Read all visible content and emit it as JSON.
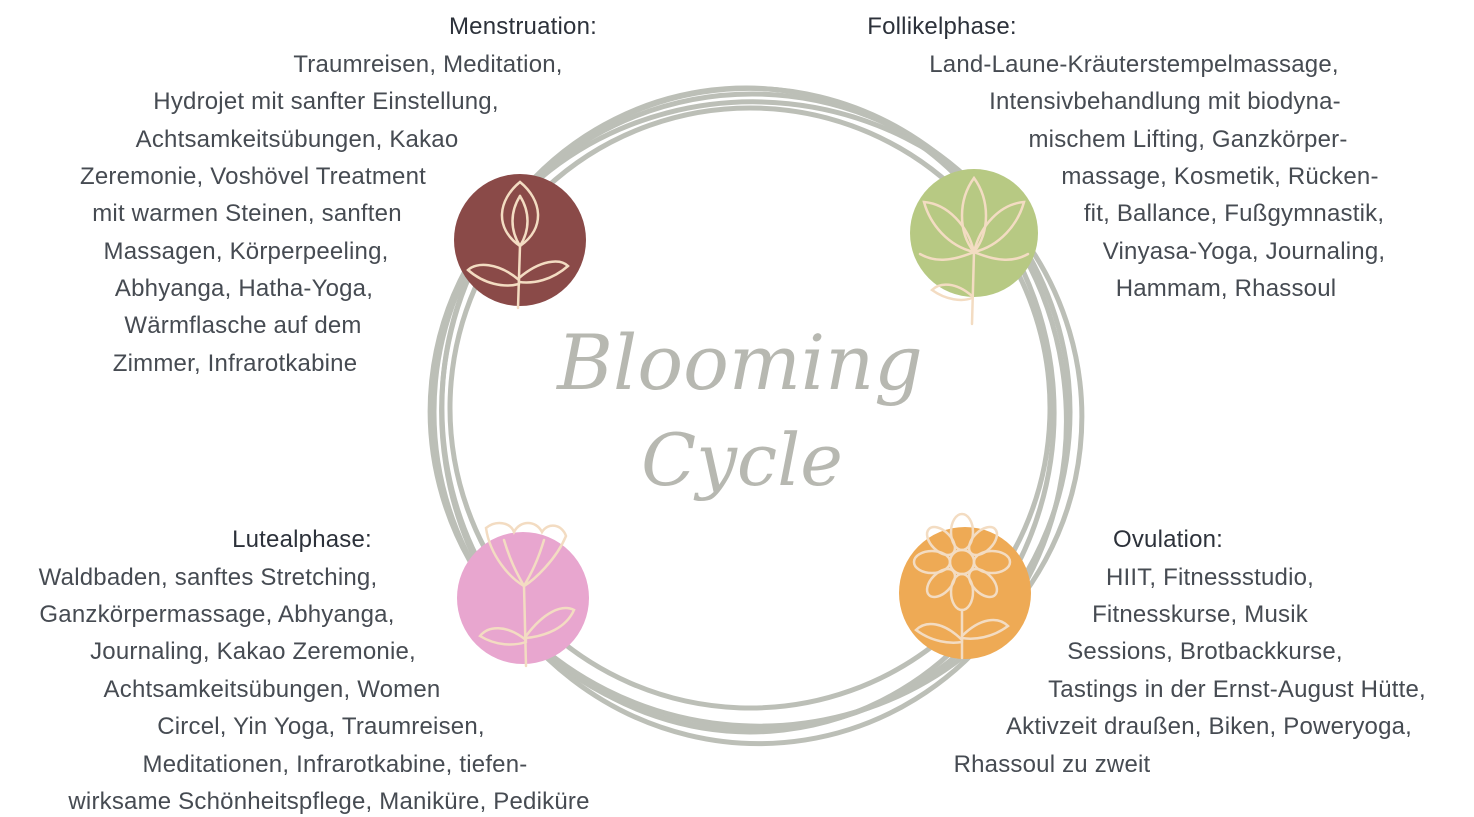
{
  "center": {
    "title_line1": "Blooming",
    "title_line2": "Cycle"
  },
  "colors": {
    "ring": "#bcbfb7",
    "menstruation": "#8a4a48",
    "follikel": "#b7c983",
    "ovulation": "#eeaa55",
    "luteal": "#e8a6cf",
    "flower_line": "#f3dcc2"
  },
  "icons": {
    "menstruation": "tulip-bud-icon",
    "follikel": "lotus-flower-icon",
    "ovulation": "daisy-flower-icon",
    "luteal": "bellflower-icon"
  },
  "phases": {
    "menstruation": {
      "heading": "Menstruation:",
      "lines": [
        "Traumreisen, Meditation,",
        "Hydrojet mit sanfter Einstellung,",
        "Achtsamkeitsübungen, Kakao",
        "Zeremonie, Voshövel Treatment",
        "mit warmen Steinen, sanften",
        "Massagen, Körperpeeling,",
        "Abhyanga, Hatha-Yoga,",
        "Wärmflasche auf dem",
        "Zimmer, Infrarotkabine"
      ]
    },
    "follikel": {
      "heading": "Follikelphase:",
      "lines": [
        "Land-Laune-Kräuterstempelmassage,",
        "Intensivbehandlung mit biodyna-",
        "mischem Lifting, Ganzkörper-",
        "massage, Kosmetik, Rücken-",
        "fit, Ballance, Fußgymnastik,",
        "Vinyasa-Yoga, Journaling,",
        "Hammam, Rhassoul"
      ]
    },
    "luteal": {
      "heading": "Lutealphase:",
      "lines": [
        "Waldbaden, sanftes Stretching,",
        "Ganzkörpermassage, Abhyanga,",
        "Journaling, Kakao Zeremonie,",
        "Achtsamkeitsübungen, Women",
        "Circel, Yin Yoga, Traumreisen,",
        "Meditationen, Infrarotkabine, tiefen-",
        "wirksame Schönheitspflege, Maniküre, Pediküre"
      ]
    },
    "ovulation": {
      "heading": "Ovulation:",
      "lines": [
        "HIIT, Fitnessstudio,",
        "Fitnesskurse, Musik",
        "Sessions, Brotbackkurse,",
        "Tastings in der Ernst-August Hütte,",
        "Aktivzeit draußen, Biken, Poweryoga,",
        "Rhassoul zu zweit"
      ]
    }
  }
}
